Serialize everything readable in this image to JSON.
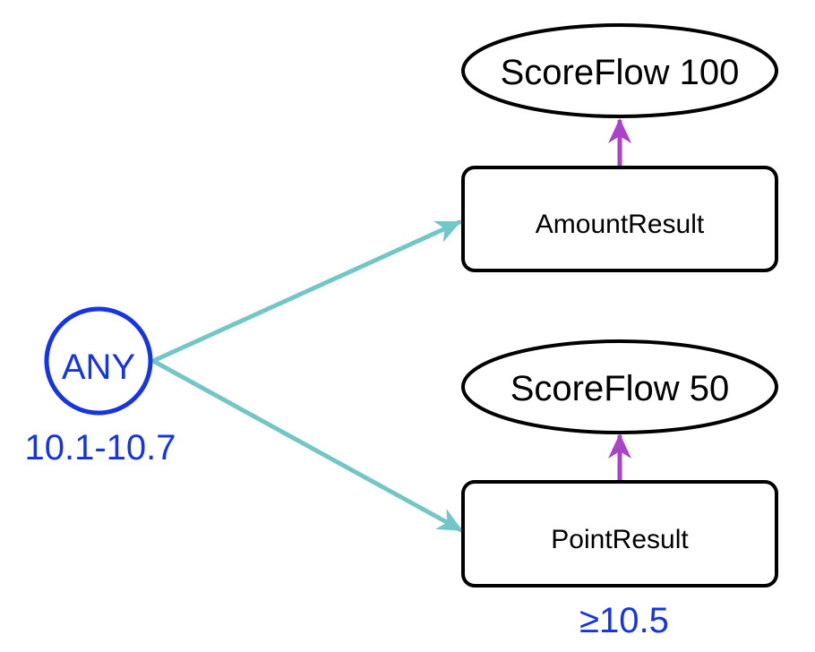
{
  "colors": {
    "any_node": "#1434e6",
    "caption": "#1434e6",
    "edge_input": "#73c6c8",
    "edge_flow": "#a943c9",
    "node_stroke": "#000000",
    "background": "#ffffff"
  },
  "nodes": {
    "any": {
      "label": "ANY",
      "range": "10.1-10.7"
    },
    "amount_result": {
      "label": "AmountResult"
    },
    "point_result": {
      "label": "PointResult",
      "threshold": "≥10.5"
    },
    "scoreflow_100": {
      "label": "ScoreFlow 100"
    },
    "scoreflow_50": {
      "label": "ScoreFlow 50"
    }
  },
  "edges": [
    {
      "from": "ANY",
      "to": "AmountResult",
      "kind": "input"
    },
    {
      "from": "ANY",
      "to": "PointResult",
      "kind": "input"
    },
    {
      "from": "AmountResult",
      "to": "ScoreFlow 100",
      "kind": "flow"
    },
    {
      "from": "PointResult",
      "to": "ScoreFlow 50",
      "kind": "flow"
    }
  ]
}
